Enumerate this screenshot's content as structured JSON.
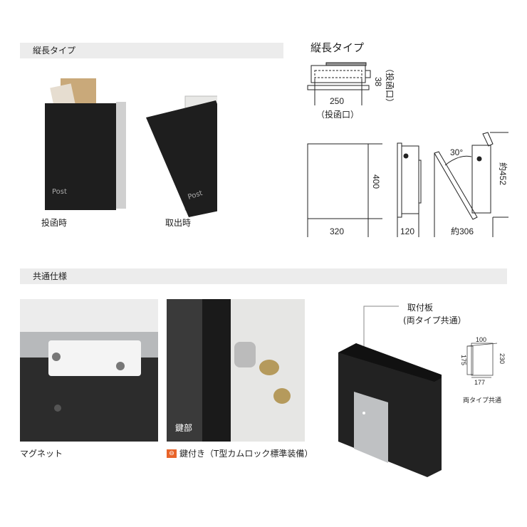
{
  "section1": {
    "header": "縦長タイプ",
    "photo_labels": {
      "insert": "投函時",
      "remove": "取出時"
    },
    "box_text": "Post"
  },
  "drawing": {
    "title": "縦長タイプ",
    "top_width": "250",
    "top_width_note": "（投函口）",
    "slot_height": "38",
    "slot_height_note": "（投函口）",
    "front_height": "400",
    "front_width": "320",
    "side_depth": "120",
    "open_angle": "30°",
    "open_height": "約452",
    "open_depth": "約306"
  },
  "section2": {
    "header": "共通仕様",
    "magnet_label": "マグネット",
    "key_overlay": "鍵部",
    "key_label": "鍵付き（T型カムロック標準装備）",
    "mount_label_line1": "取付板",
    "mount_label_line2": "(両タイプ共通）",
    "plate_dims": {
      "top": "100",
      "left": "175",
      "right": "230",
      "bottom": "177"
    },
    "plate_caption": "両タイプ共通"
  },
  "colors": {
    "bar": "#ececec",
    "key_icon": "#e8642a",
    "box": "#1e1e1e"
  }
}
